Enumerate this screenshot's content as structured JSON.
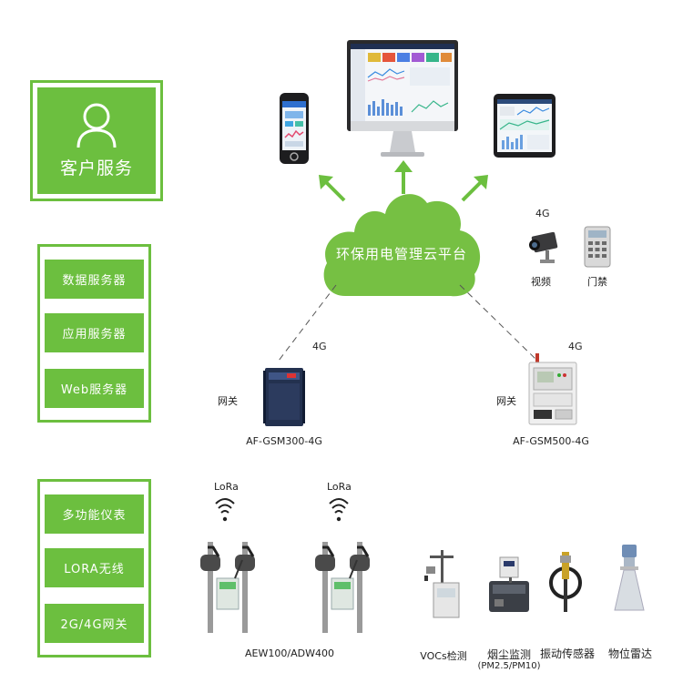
{
  "left_panel": {
    "customer_service": {
      "label": "客户服务"
    },
    "servers": [
      "数据服务器",
      "应用服务器",
      "Web服务器"
    ],
    "devices": [
      "多功能仪表",
      "LORA无线",
      "2G/4G网关"
    ]
  },
  "cloud": {
    "label": "环保用电管理云平台"
  },
  "links": {
    "four_g_left": "4G",
    "four_g_right": "4G",
    "four_g_top": "4G"
  },
  "gateways": {
    "left": {
      "caption": "网关",
      "model": "AF-GSM300-4G"
    },
    "right": {
      "caption": "网关",
      "model": "AF-GSM500-4G"
    }
  },
  "peripherals": {
    "video": "视频",
    "access": "门禁"
  },
  "lora": {
    "label1": "LoRa",
    "label2": "LoRa",
    "meter_model": "AEW100/ADW400"
  },
  "sensors": [
    {
      "label": "VOCs检测"
    },
    {
      "label": "烟尘监测",
      "sub": "(PM2.5/PM10)"
    },
    {
      "label": "振动传感器"
    },
    {
      "label": "物位雷达"
    }
  ],
  "colors": {
    "accent_green": "#6cbf3f",
    "dark_navy": "#1f2f52"
  }
}
